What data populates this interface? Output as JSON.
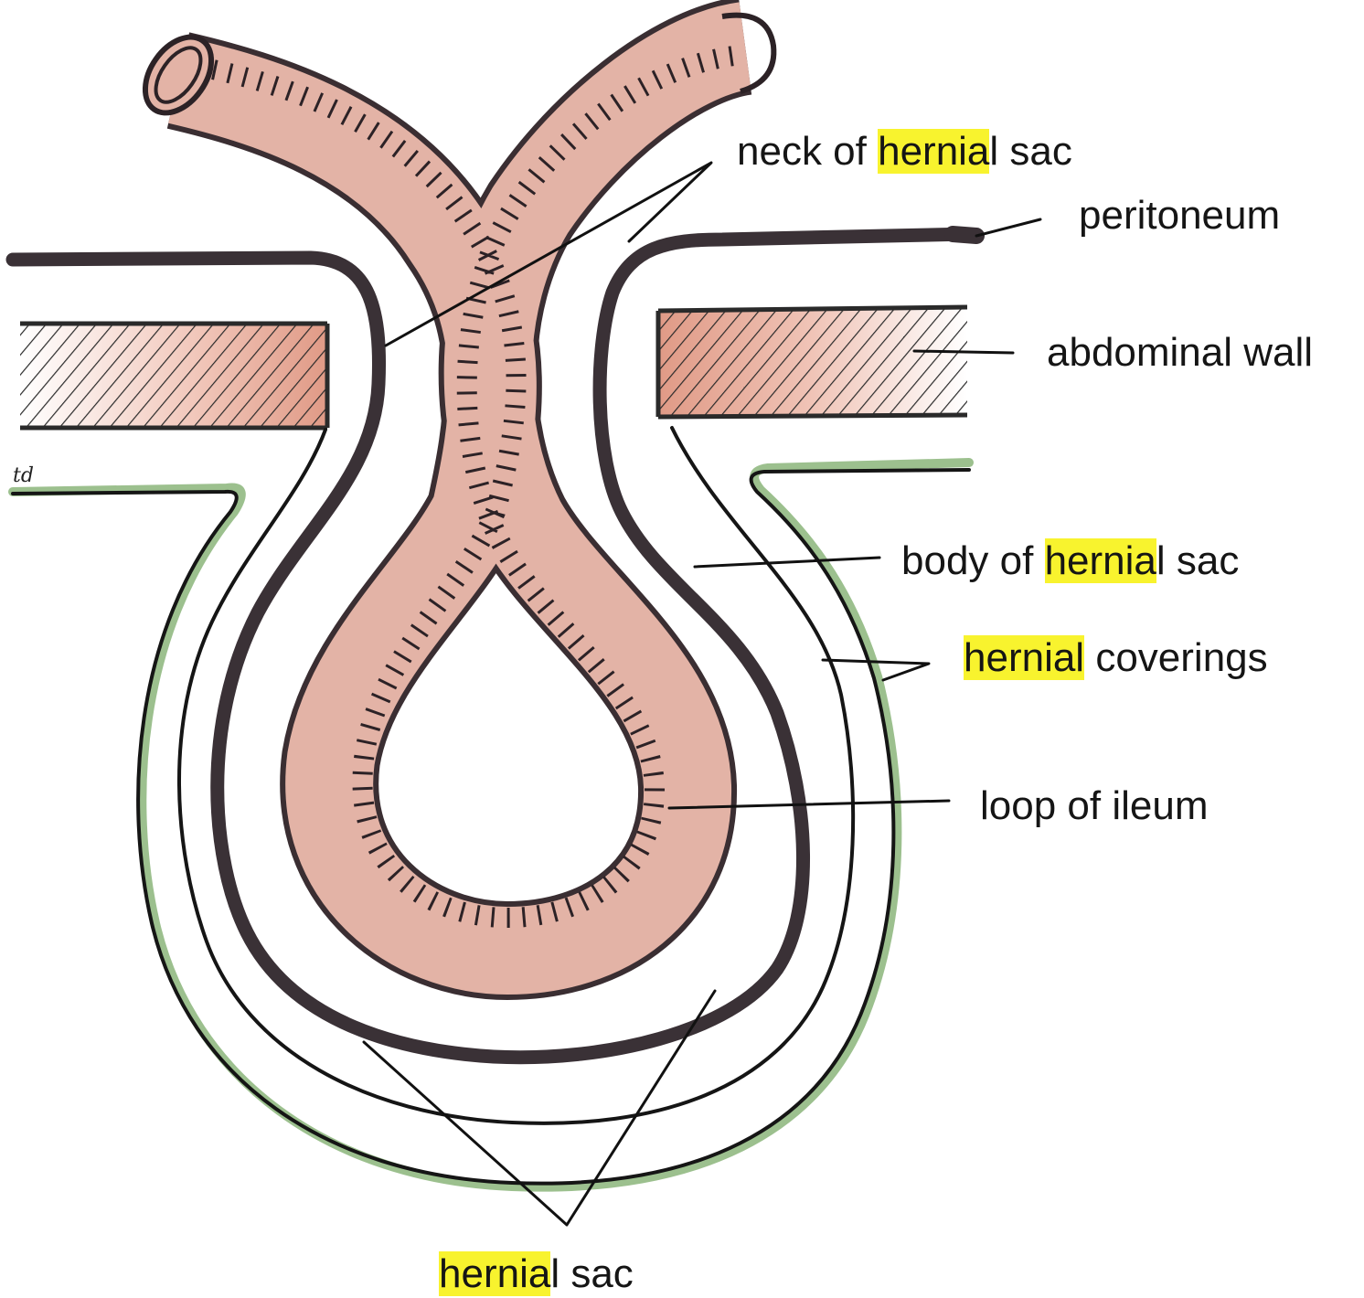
{
  "labels": {
    "neck": {
      "pre": "neck of ",
      "highlight": "hernia",
      "post": "l sac"
    },
    "peritoneum": {
      "text": "peritoneum"
    },
    "abdominal_wall": {
      "text": "abdominal wall"
    },
    "body": {
      "pre": "body of ",
      "highlight": "hernia",
      "post": "l sac"
    },
    "coverings": {
      "highlight": "hernial",
      "post": " coverings"
    },
    "loop": {
      "text": "loop of ileum"
    },
    "sac": {
      "highlight": "hernia",
      "post": "l sac"
    }
  },
  "signature": "td",
  "colors": {
    "bowel_fill": "#e3b3a6",
    "bowel_outline": "#3a2e32",
    "peritoneum": "#3a3136",
    "wall_fill": "#e4a493",
    "coverings_green": "#9cc08e",
    "highlight": "#f8f32e",
    "leader_lines": "#111111"
  }
}
